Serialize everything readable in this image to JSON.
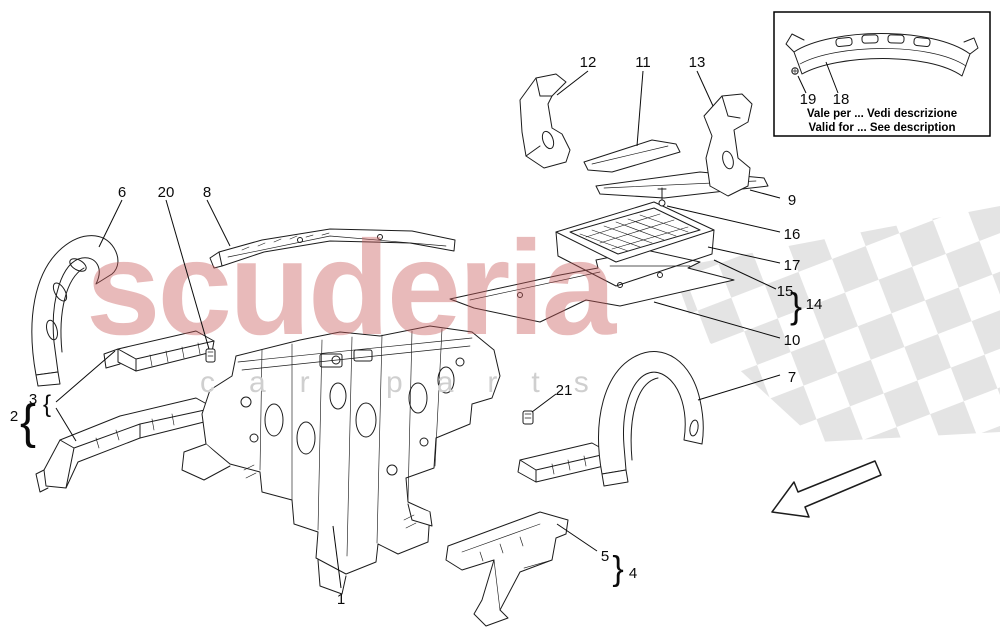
{
  "watermark": {
    "brand": "scuderia",
    "tagline": "car parts",
    "brand_color": "#c85a5a",
    "tagline_color": "#cfcfcf",
    "flag_color": "#e4e4e4"
  },
  "inset": {
    "caption_it": "Vale per ... Vedi descrizione",
    "caption_en": "Valid for ... See description"
  },
  "glyphs": {
    "brace_open": "{",
    "brace_close": "}"
  },
  "callouts": {
    "n1": "1",
    "n2": "2",
    "n3": "3",
    "n4": "4",
    "n5": "5",
    "n6": "6",
    "n7": "7",
    "n8": "8",
    "n9": "9",
    "n10": "10",
    "n11": "11",
    "n12": "12",
    "n13": "13",
    "n14": "14",
    "n15": "15",
    "n16": "16",
    "n17": "17",
    "n18": "18",
    "n19": "19",
    "n20": "20",
    "n21": "21"
  }
}
